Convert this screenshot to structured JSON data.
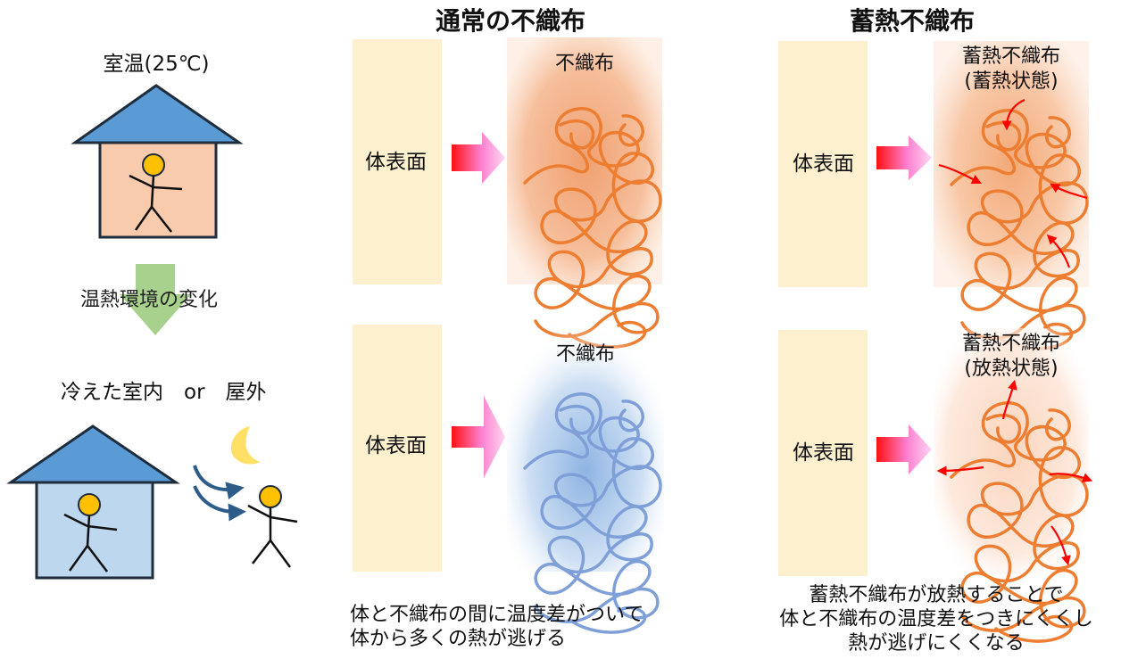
{
  "left": {
    "room_temp_label": "室温(25℃)",
    "change_label": "温熱環境の変化",
    "cold_label": "冷えた室内　or　屋外"
  },
  "column_normal": {
    "title": "通常の不織布",
    "top": {
      "body_label": "体表面",
      "fabric_label": "不織布"
    },
    "bottom": {
      "body_label": "体表面",
      "fabric_label": "不織布"
    },
    "caption_lines": [
      "体と不織布の間に温度差がついて",
      "体から多くの熱が逃げる"
    ]
  },
  "column_heat": {
    "title": "蓄熱不織布",
    "top": {
      "body_label": "体表面",
      "fabric_label_lines": [
        "蓄熱不織布",
        "(蓄熱状態)"
      ]
    },
    "bottom": {
      "body_label": "体表面",
      "fabric_label_lines": [
        "蓄熱不織布",
        "(放熱状態)"
      ]
    },
    "caption_lines": [
      "蓄熱不織布が放熱することで",
      "体と不織布の温度差をつきにくくし",
      "熱が逃げにくくなる"
    ]
  },
  "colors": {
    "house_roof": "#5b9bd5",
    "house_warm": "#f8cbad",
    "house_cold": "#bdd7ee",
    "person_head": "#ffc000",
    "body_panel": "#fdf0cf",
    "fiber_warm": "#ed7d31",
    "fiber_cold": "#7f9fd8",
    "heat_arrow": "#ff0000",
    "change_arrow": "#a9d18e",
    "wind_arrow": "#2e5c8a",
    "moon": "#ffe066"
  },
  "icons": [
    "house-icon",
    "person-icon",
    "moon-icon",
    "wind-arrow-icon",
    "down-arrow-icon",
    "heat-flow-arrow-icon"
  ]
}
